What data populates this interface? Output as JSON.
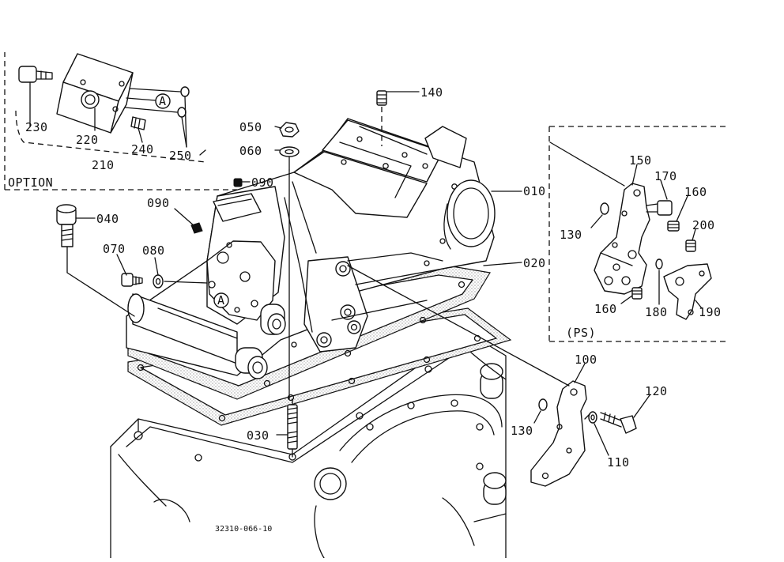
{
  "diagram": {
    "drawing_code": "32310-066-10",
    "groups": {
      "option": "OPTION",
      "ps": "(PS)"
    },
    "labels": {
      "p010": "010",
      "p020": "020",
      "p030": "030",
      "p040": "040",
      "p050": "050",
      "p060": "060",
      "p070": "070",
      "p080": "080",
      "p090a": "090",
      "p090b": "090",
      "p100": "100",
      "p110": "110",
      "p120": "120",
      "p130a": "130",
      "p130b": "130",
      "p140": "140",
      "p150": "150",
      "p160a": "160",
      "p160b": "160",
      "p170": "170",
      "p180": "180",
      "p190": "190",
      "p200": "200",
      "p210": "210",
      "p220": "220",
      "p230": "230",
      "p240": "240",
      "p250": "250",
      "markA1": "A",
      "markA2": "A"
    }
  }
}
